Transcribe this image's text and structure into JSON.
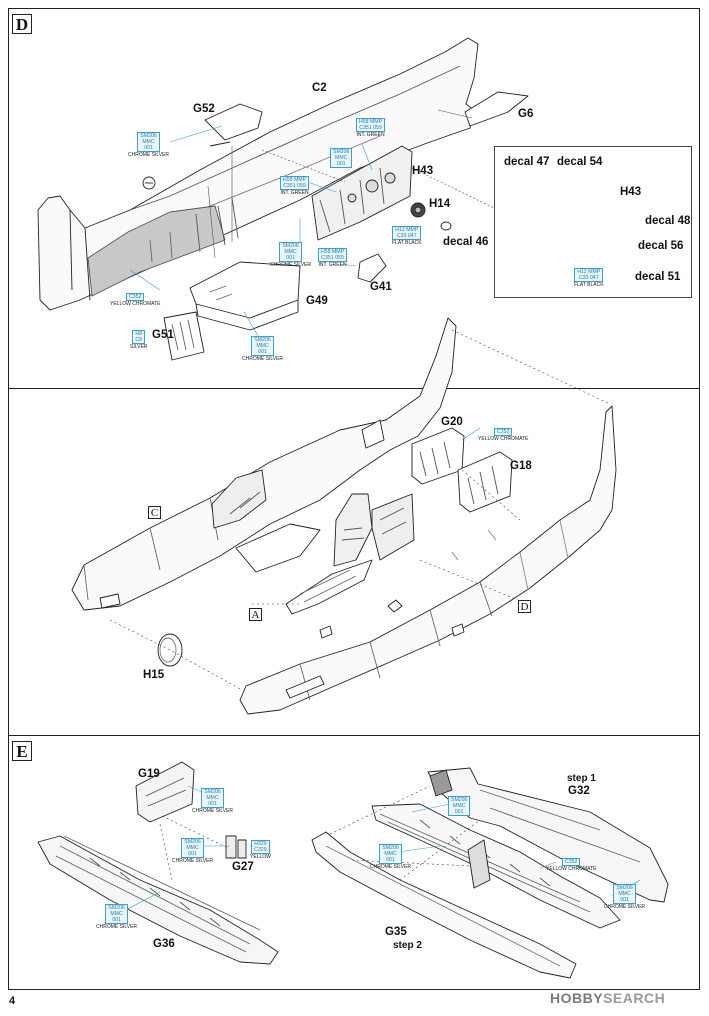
{
  "page": {
    "number": "4"
  },
  "steps": {
    "d": "D",
    "e": "E"
  },
  "refs": {
    "c": "C",
    "a": "A",
    "d": "D"
  },
  "labels": {
    "C2": "C2",
    "G52": "G52",
    "G6": "G6",
    "H43": "H43",
    "H14": "H14",
    "decal46": "decal 46",
    "G41": "G41",
    "G49": "G49",
    "G51": "G51",
    "decal47": "decal 47",
    "decal54": "decal 54",
    "H43b": "H43",
    "decal48": "decal 48",
    "decal56": "decal 56",
    "decal51": "decal 51",
    "G20": "G20",
    "G18": "G18",
    "H15": "H15",
    "G19": "G19",
    "G27": "G27",
    "G36": "G36",
    "step1": "step 1",
    "G32": "G32",
    "G35": "G35",
    "step2": "step 2"
  },
  "paints": {
    "p1": {
      "codes": [
        "SM206",
        "MMC",
        "001"
      ],
      "name": "CHROME SILVER"
    },
    "p2": {
      "codes": [
        "H58 MMP",
        "C351 059"
      ],
      "name": "INT. GREEN"
    },
    "p3": {
      "codes": [
        "SM206",
        "MMC",
        "001"
      ],
      "name": ""
    },
    "p4": {
      "codes": [
        "H58 MMP",
        "C351 059"
      ],
      "name": "INT. GREEN"
    },
    "p5": {
      "codes": [
        "SM206",
        "MMC",
        "001"
      ],
      "name": "CHROME SILVER"
    },
    "p6": {
      "codes": [
        "H58 MMP",
        "C351 059"
      ],
      "name": "INT. GREEN"
    },
    "p7": {
      "codes": [
        "H12 MMP",
        "C33 047"
      ],
      "name": "FLAT BLACK"
    },
    "p8": {
      "codes": [
        "C352"
      ],
      "name": "YELLOW CHROMATE"
    },
    "p9": {
      "codes": [
        "H8",
        "C8"
      ],
      "name": "SILVER"
    },
    "p10": {
      "codes": [
        "SM206",
        "MMC",
        "001"
      ],
      "name": "CHROME SILVER"
    },
    "p11": {
      "codes": [
        "H12 MMP",
        "C33 047"
      ],
      "name": "FLAT BLACK"
    },
    "p12": {
      "codes": [
        "C352"
      ],
      "name": "YELLOW CHROMATE"
    },
    "p13": {
      "codes": [
        "SM206",
        "MMC",
        "001"
      ],
      "name": "CHROME SILVER"
    },
    "p14": {
      "codes": [
        "SM206",
        "MMC",
        "001"
      ],
      "name": "CHROME SILVER"
    },
    "p15": {
      "codes": [
        "H329",
        "C329"
      ],
      "name": "YELLOW"
    },
    "p16": {
      "codes": [
        "SM206",
        "MMC",
        "001"
      ],
      "name": "CHROME SILVER"
    },
    "p17": {
      "codes": [
        "SM206",
        "MMC",
        "001"
      ],
      "name": "CHROME SILVER"
    },
    "p18": {
      "codes": [
        "SM206",
        "MMC",
        "001"
      ],
      "name": "CHROME SILVER"
    },
    "p19": {
      "codes": [
        "C352"
      ],
      "name": "YELLOW CHROMATE"
    },
    "p20": {
      "codes": [
        "SM206",
        "MMC",
        "001"
      ],
      "name": "CHROME SILVER"
    }
  },
  "watermark": {
    "part1": "HOBBY",
    "part2": "SEARCH"
  }
}
